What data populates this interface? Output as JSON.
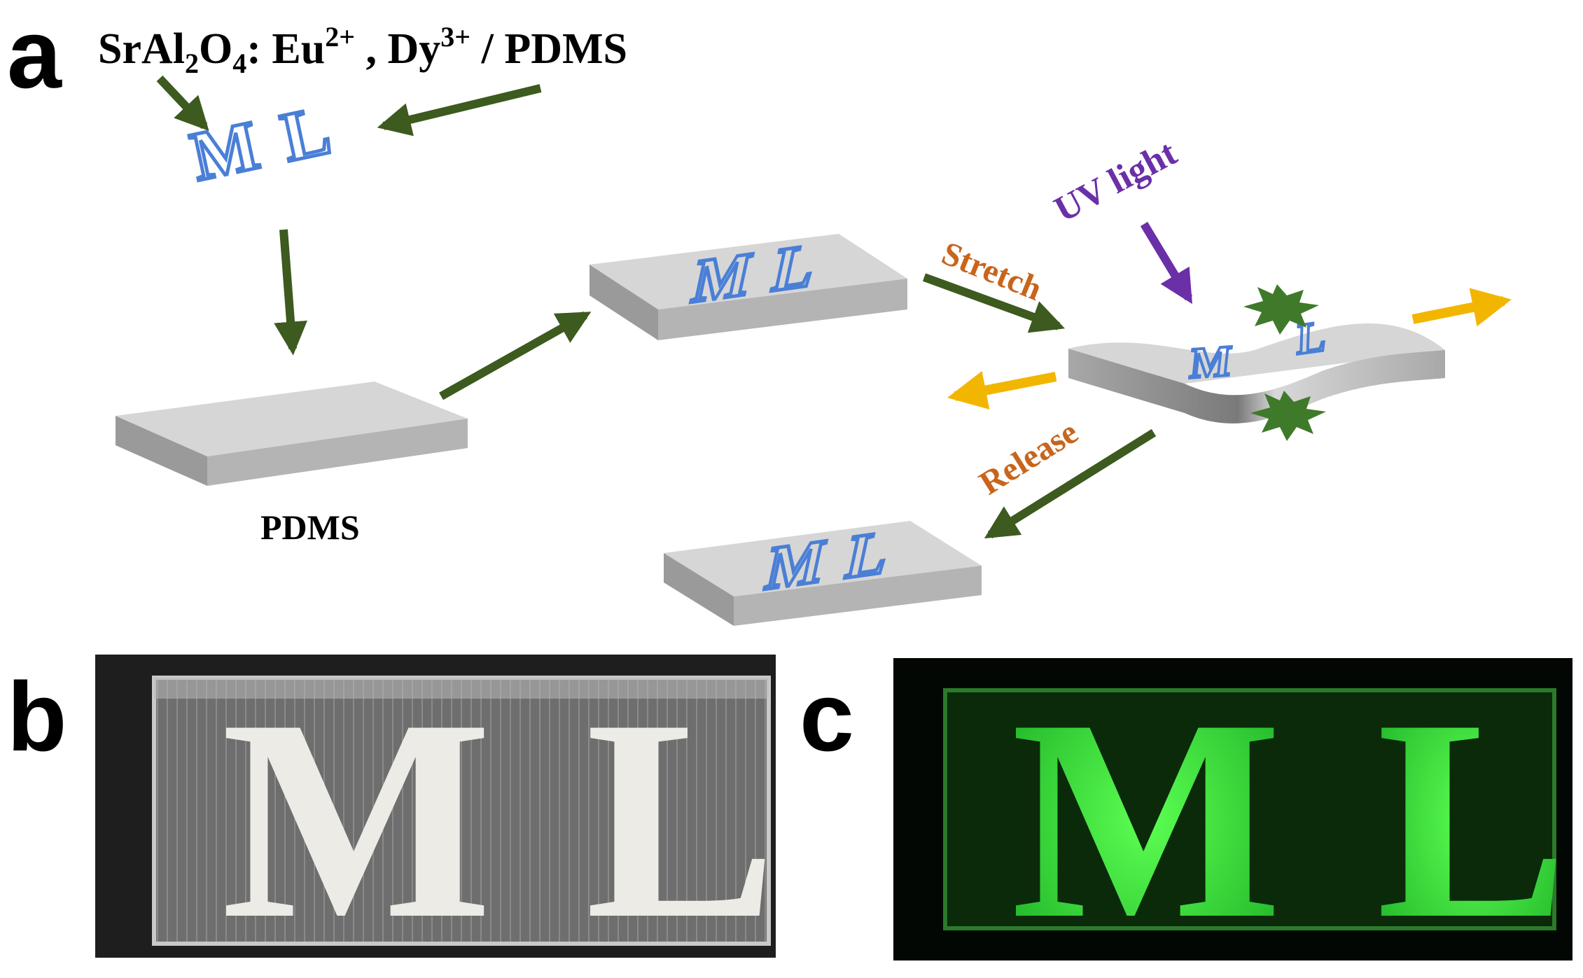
{
  "panels": {
    "a": {
      "letter": "a"
    },
    "b": {
      "letter": "b"
    },
    "c": {
      "letter": "c"
    }
  },
  "formula": {
    "part1": "SrAl",
    "sub1": "2",
    "part2": "O",
    "sub2": "4",
    "part3": ": Eu",
    "sup1": "2+",
    "part4": " , Dy",
    "sup2": "3+",
    "part5": " / PDMS"
  },
  "labels": {
    "pdms": "PDMS",
    "stretch": "Stretch",
    "uv_light": "UV light",
    "release": "Release",
    "ml_m": "M",
    "ml_l": "L"
  },
  "colors": {
    "flow_arrow": "#3d5a1f",
    "uv_arrow": "#6b2fa8",
    "pull_arrow": "#f2b600",
    "stretch_text": "#c8651b",
    "uv_text": "#6b2fa8",
    "ml_letters": "#4a7fd6",
    "slab_top": "#d6d6d6",
    "slab_side": "#9a9a9a",
    "glow_green": "#39e03a",
    "burst": "#3f7a2a"
  }
}
